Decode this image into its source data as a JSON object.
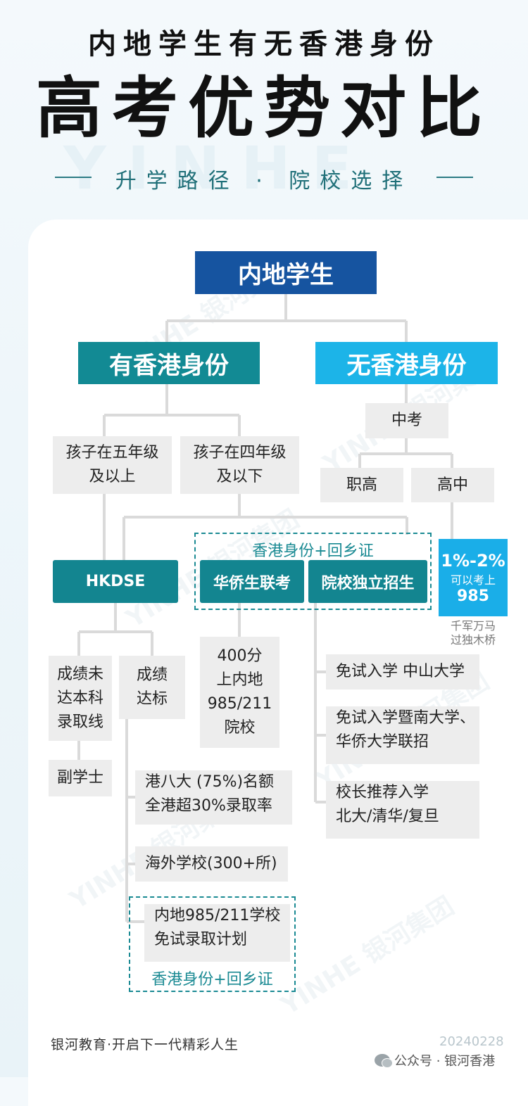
{
  "header": {
    "title_line1": "内地学生有无香港身份",
    "title_line2": "高考优势对比",
    "subtitle": "升学路径 · 院校选择"
  },
  "tree": {
    "root": "内地学生",
    "has_hk": "有香港身份",
    "no_hk": "无香港身份",
    "grade5": [
      "孩子在五年级",
      "及以上"
    ],
    "grade4": [
      "孩子在四年级",
      "及以下"
    ],
    "zhongkao": "中考",
    "vocational": "职高",
    "highschool": "高中",
    "hkdse": "HKDSE",
    "dashed_top_label": "香港身份+回乡证",
    "joint_exam": "华侨生联考",
    "independent": "院校独立招生",
    "odds_box": {
      "pct": "1%-2%",
      "line2": "可以考上",
      "line3": "985"
    },
    "odds_note": [
      "千军万马",
      "过独木桥"
    ],
    "score_low": [
      "成绩未",
      "达本科",
      "录取线"
    ],
    "score_ok": [
      "成绩",
      "达标"
    ],
    "score_400": [
      "400分",
      "上内地",
      "985/211",
      "院校"
    ],
    "associate": "副学士",
    "hk8": [
      "港八大 (75%)名额",
      "全港超30%录取率"
    ],
    "overseas": "海外学校(300+所)",
    "mainland_985": [
      "内地985/211学校",
      "免试录取计划"
    ],
    "dashed_bottom_label": "香港身份+回乡证",
    "exempt1": "免试入学 中山大学",
    "exempt2": [
      "免试入学暨南大学、",
      "华侨大学联招"
    ],
    "principal": [
      "校长推荐入学",
      "北大/清华/复旦"
    ]
  },
  "footer": {
    "slogan": "银河教育·开启下一代精彩人生",
    "date": "20240228",
    "wechat": "公众号 · 银河香港"
  },
  "colors": {
    "navy": "#1654a0",
    "teal": "#128a94",
    "cyan": "#1cb4e8",
    "grey": "#ededed",
    "line": "#dadada"
  }
}
